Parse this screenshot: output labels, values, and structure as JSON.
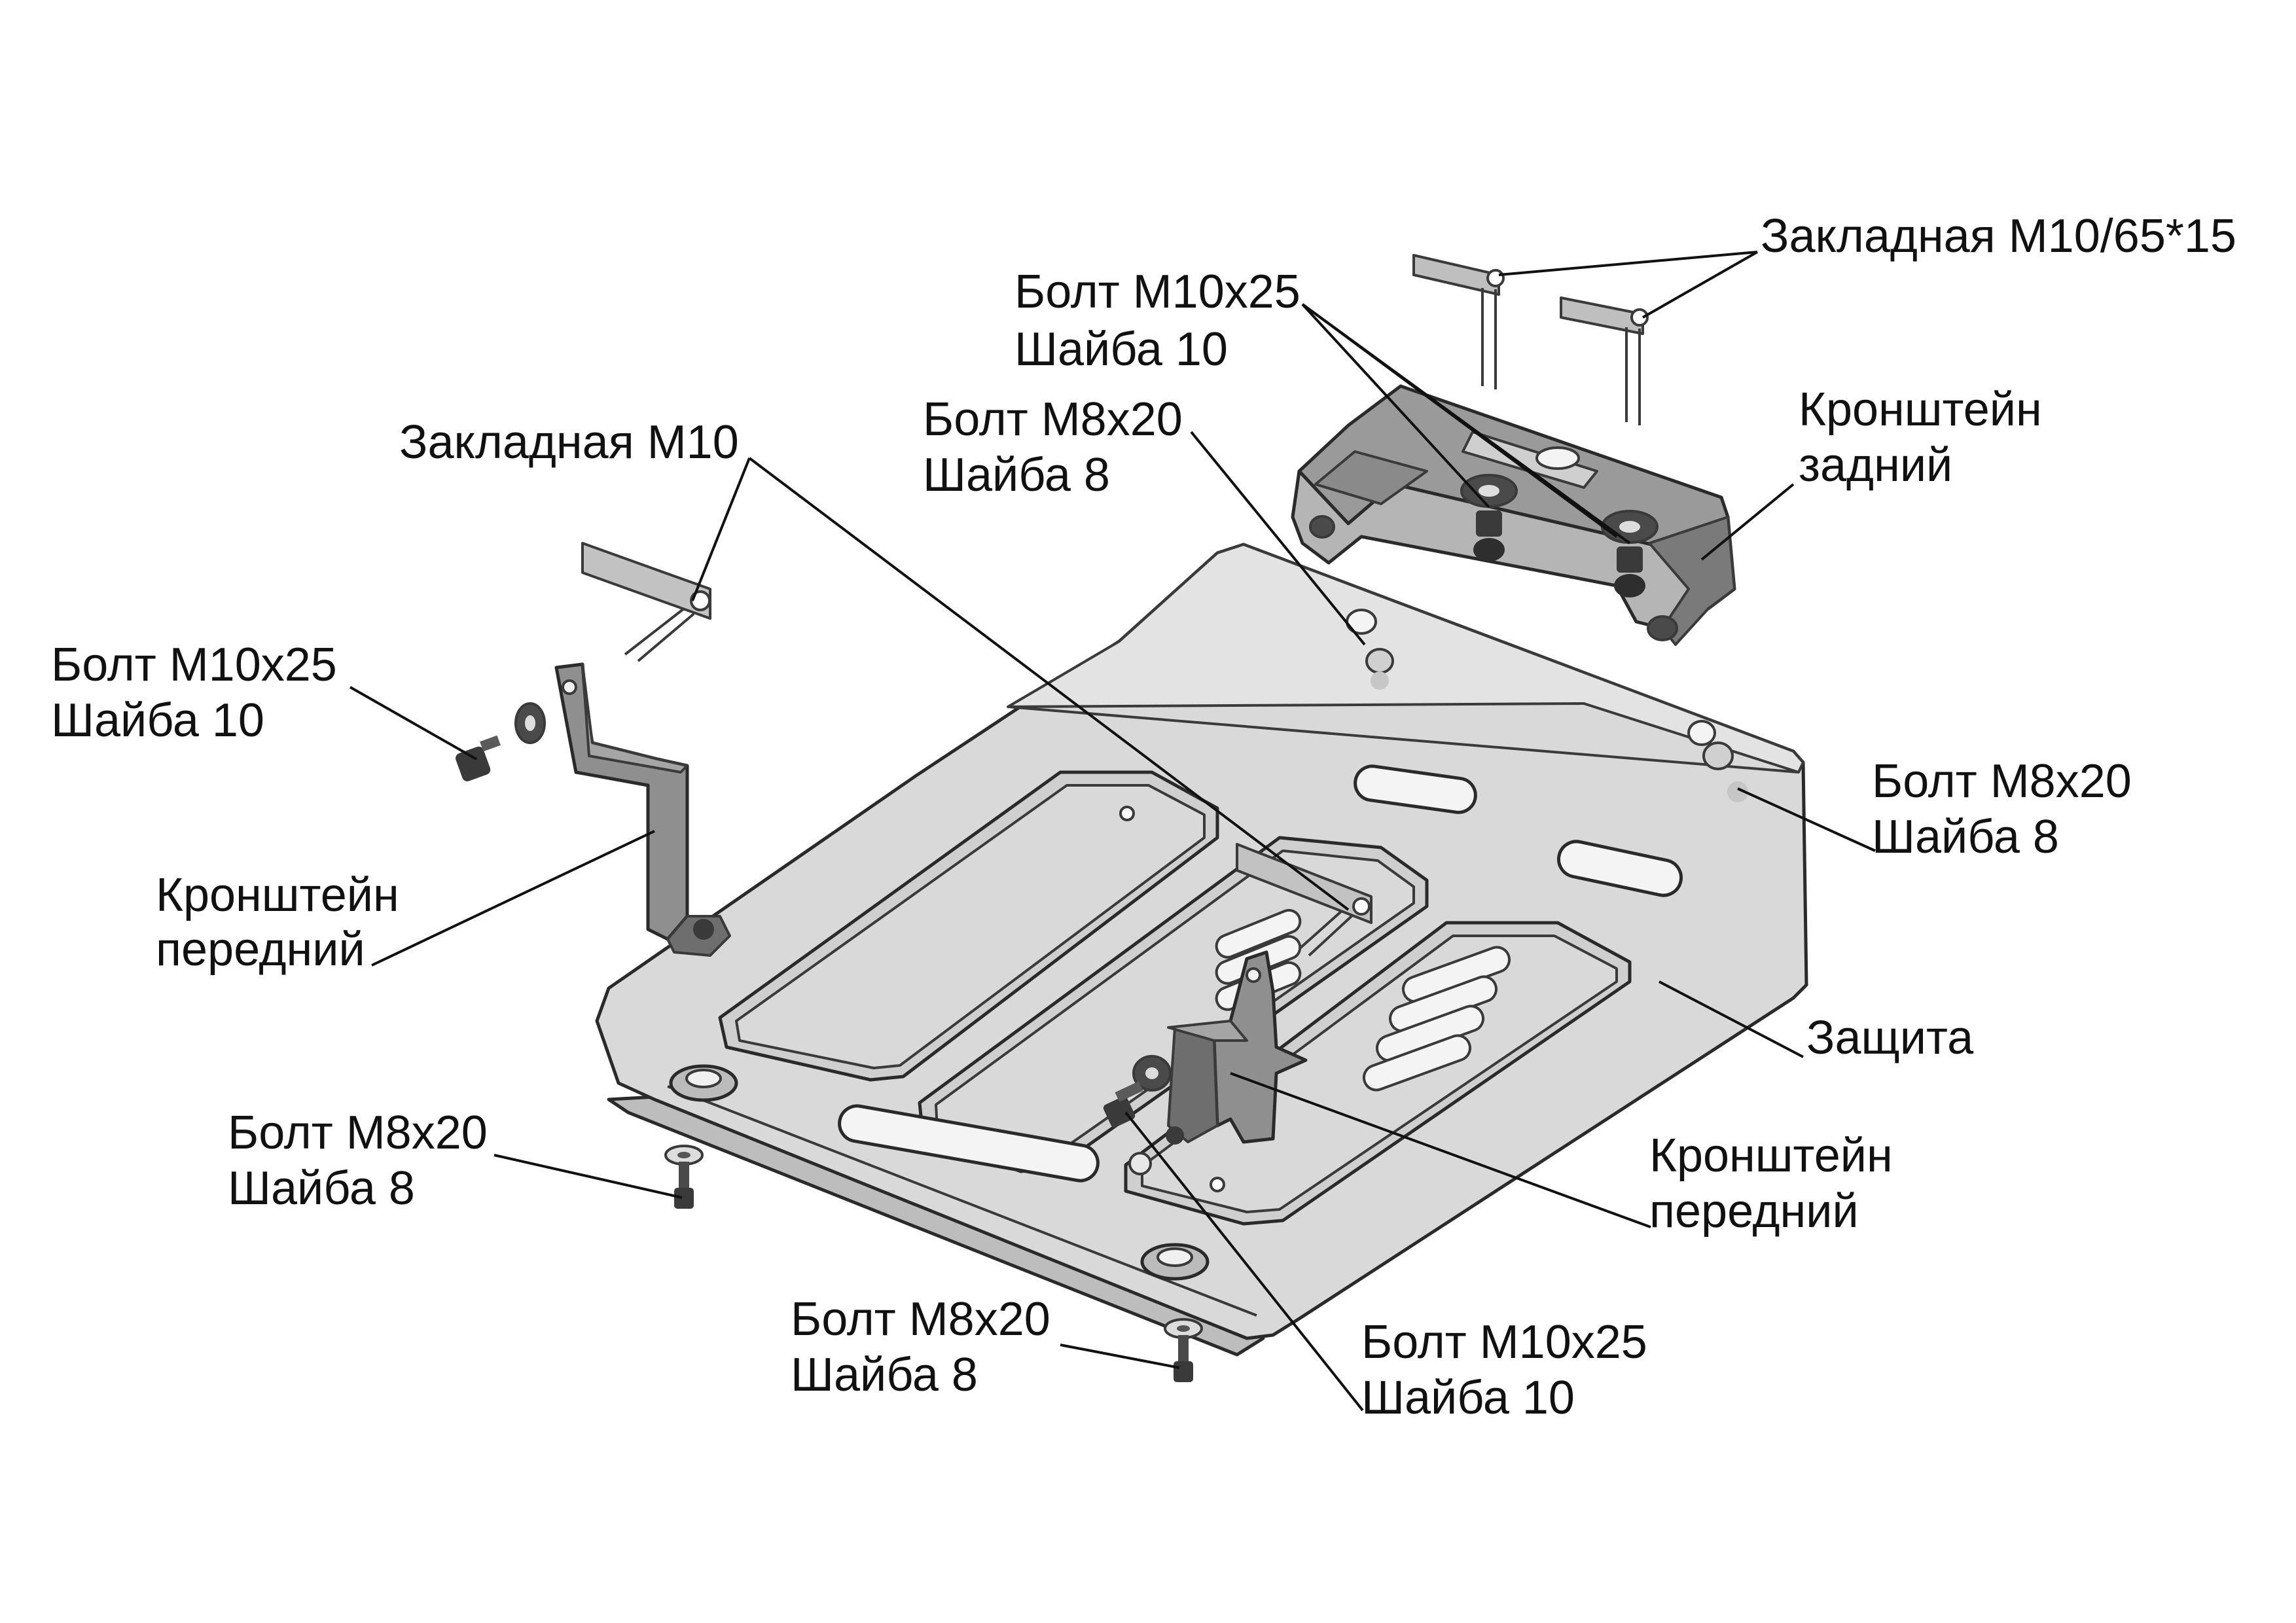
{
  "colors": {
    "plate": "#d9d9d9",
    "plate_shade": "#c6c6c6",
    "slot": "#f4f4f4",
    "bracket": "#8f8f8f",
    "bracket_dark": "#6e6e6e",
    "fastener": "#4a4a4a",
    "line": "#111111"
  },
  "labels": {
    "insert_top": "Закладная М10/65*15",
    "bolt_top_1": "Болт М10х25",
    "bolt_top_2": "Шайба 10",
    "rear_bracket_1": "Кронштейн",
    "rear_bracket_2": "задний",
    "insert_left": "Закладная М10",
    "bolt_m8_center_1": "Болт М8х20",
    "bolt_m8_center_2": "Шайба 8",
    "bolt_left_1": "Болт М10х25",
    "bolt_left_2": "Шайба 10",
    "bolt_m8_right_1": "Болт М8х20",
    "bolt_m8_right_2": "Шайба 8",
    "front_bracket_left_1": "Кронштейн",
    "front_bracket_left_2": "передний",
    "shield": "Защита",
    "front_bracket_right_1": "Кронштейн",
    "front_bracket_right_2": "передний",
    "bolt_m8_bl_1": "Болт М8х20",
    "bolt_m8_bl_2": "Шайба 8",
    "bolt_m8_bottom_1": "Болт М8х20",
    "bolt_m8_bottom_2": "Шайба 8",
    "bolt_bottom_1": "Болт М10х25",
    "bolt_bottom_2": "Шайба 10"
  }
}
